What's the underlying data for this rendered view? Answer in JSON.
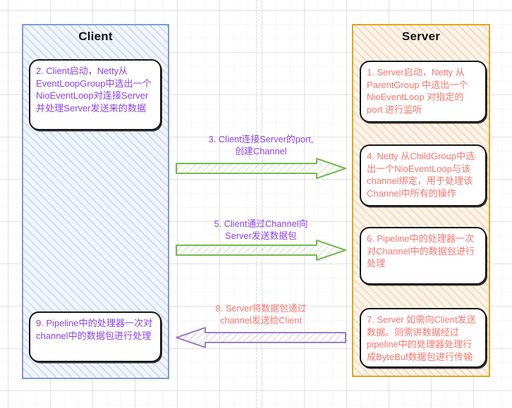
{
  "diagram": {
    "title_client": "Client",
    "title_server": "Server",
    "colors": {
      "client_lane_border": "#7d9cd4",
      "client_lane_fill": "#f2f6fd",
      "server_lane_border": "#e8a317",
      "server_lane_fill": "#fdf5ec",
      "purple_text": "#8b43e8",
      "salmon_text": "#f8766d",
      "green_arrow": "#76b852",
      "purple_arrow": "#9b7cc8",
      "note_border": "#161616"
    }
  },
  "client_notes": [
    {
      "id": "note-2",
      "text": "2. Client启动，Netty从EventLoopGroup中选出一个NioEventLoop对连接Server并处理Server发送来的数据"
    },
    {
      "id": "note-9",
      "text": "9. Pipeline中的处理器一次对channel中的数据包进行处理"
    }
  ],
  "server_notes": [
    {
      "id": "note-1",
      "text": "1. Server启动，Netty 从 ParentGroup 中选出一个 NioEventLoop 对指定的 port 进行监听"
    },
    {
      "id": "note-4",
      "text": "4. Netty 从ChildGroup中选出一个NioEventLoop与该channel绑定，用于处理该Channel中所有的操作"
    },
    {
      "id": "note-6",
      "text": "6. Pipeline中的处理器一次对Channel中的数据包进行处理"
    },
    {
      "id": "note-7",
      "text": "7. Server 如需向Client发送数据。则需讲数据经过pipeline中的处理器处理行成ByteBuf数据包进行传输"
    }
  ],
  "arrows": [
    {
      "id": "arrow-3",
      "direction": "right",
      "color": "#76b852",
      "label": "3. Client连接Server的port,\n创建Channel"
    },
    {
      "id": "arrow-5",
      "direction": "right",
      "color": "#76b852",
      "label": "5. Client通过Channel向\nServer发送数据包"
    },
    {
      "id": "arrow-8",
      "direction": "left",
      "color": "#9b7cc8",
      "label": "8. Server将数据包通过\nchannel发送给Client"
    }
  ]
}
